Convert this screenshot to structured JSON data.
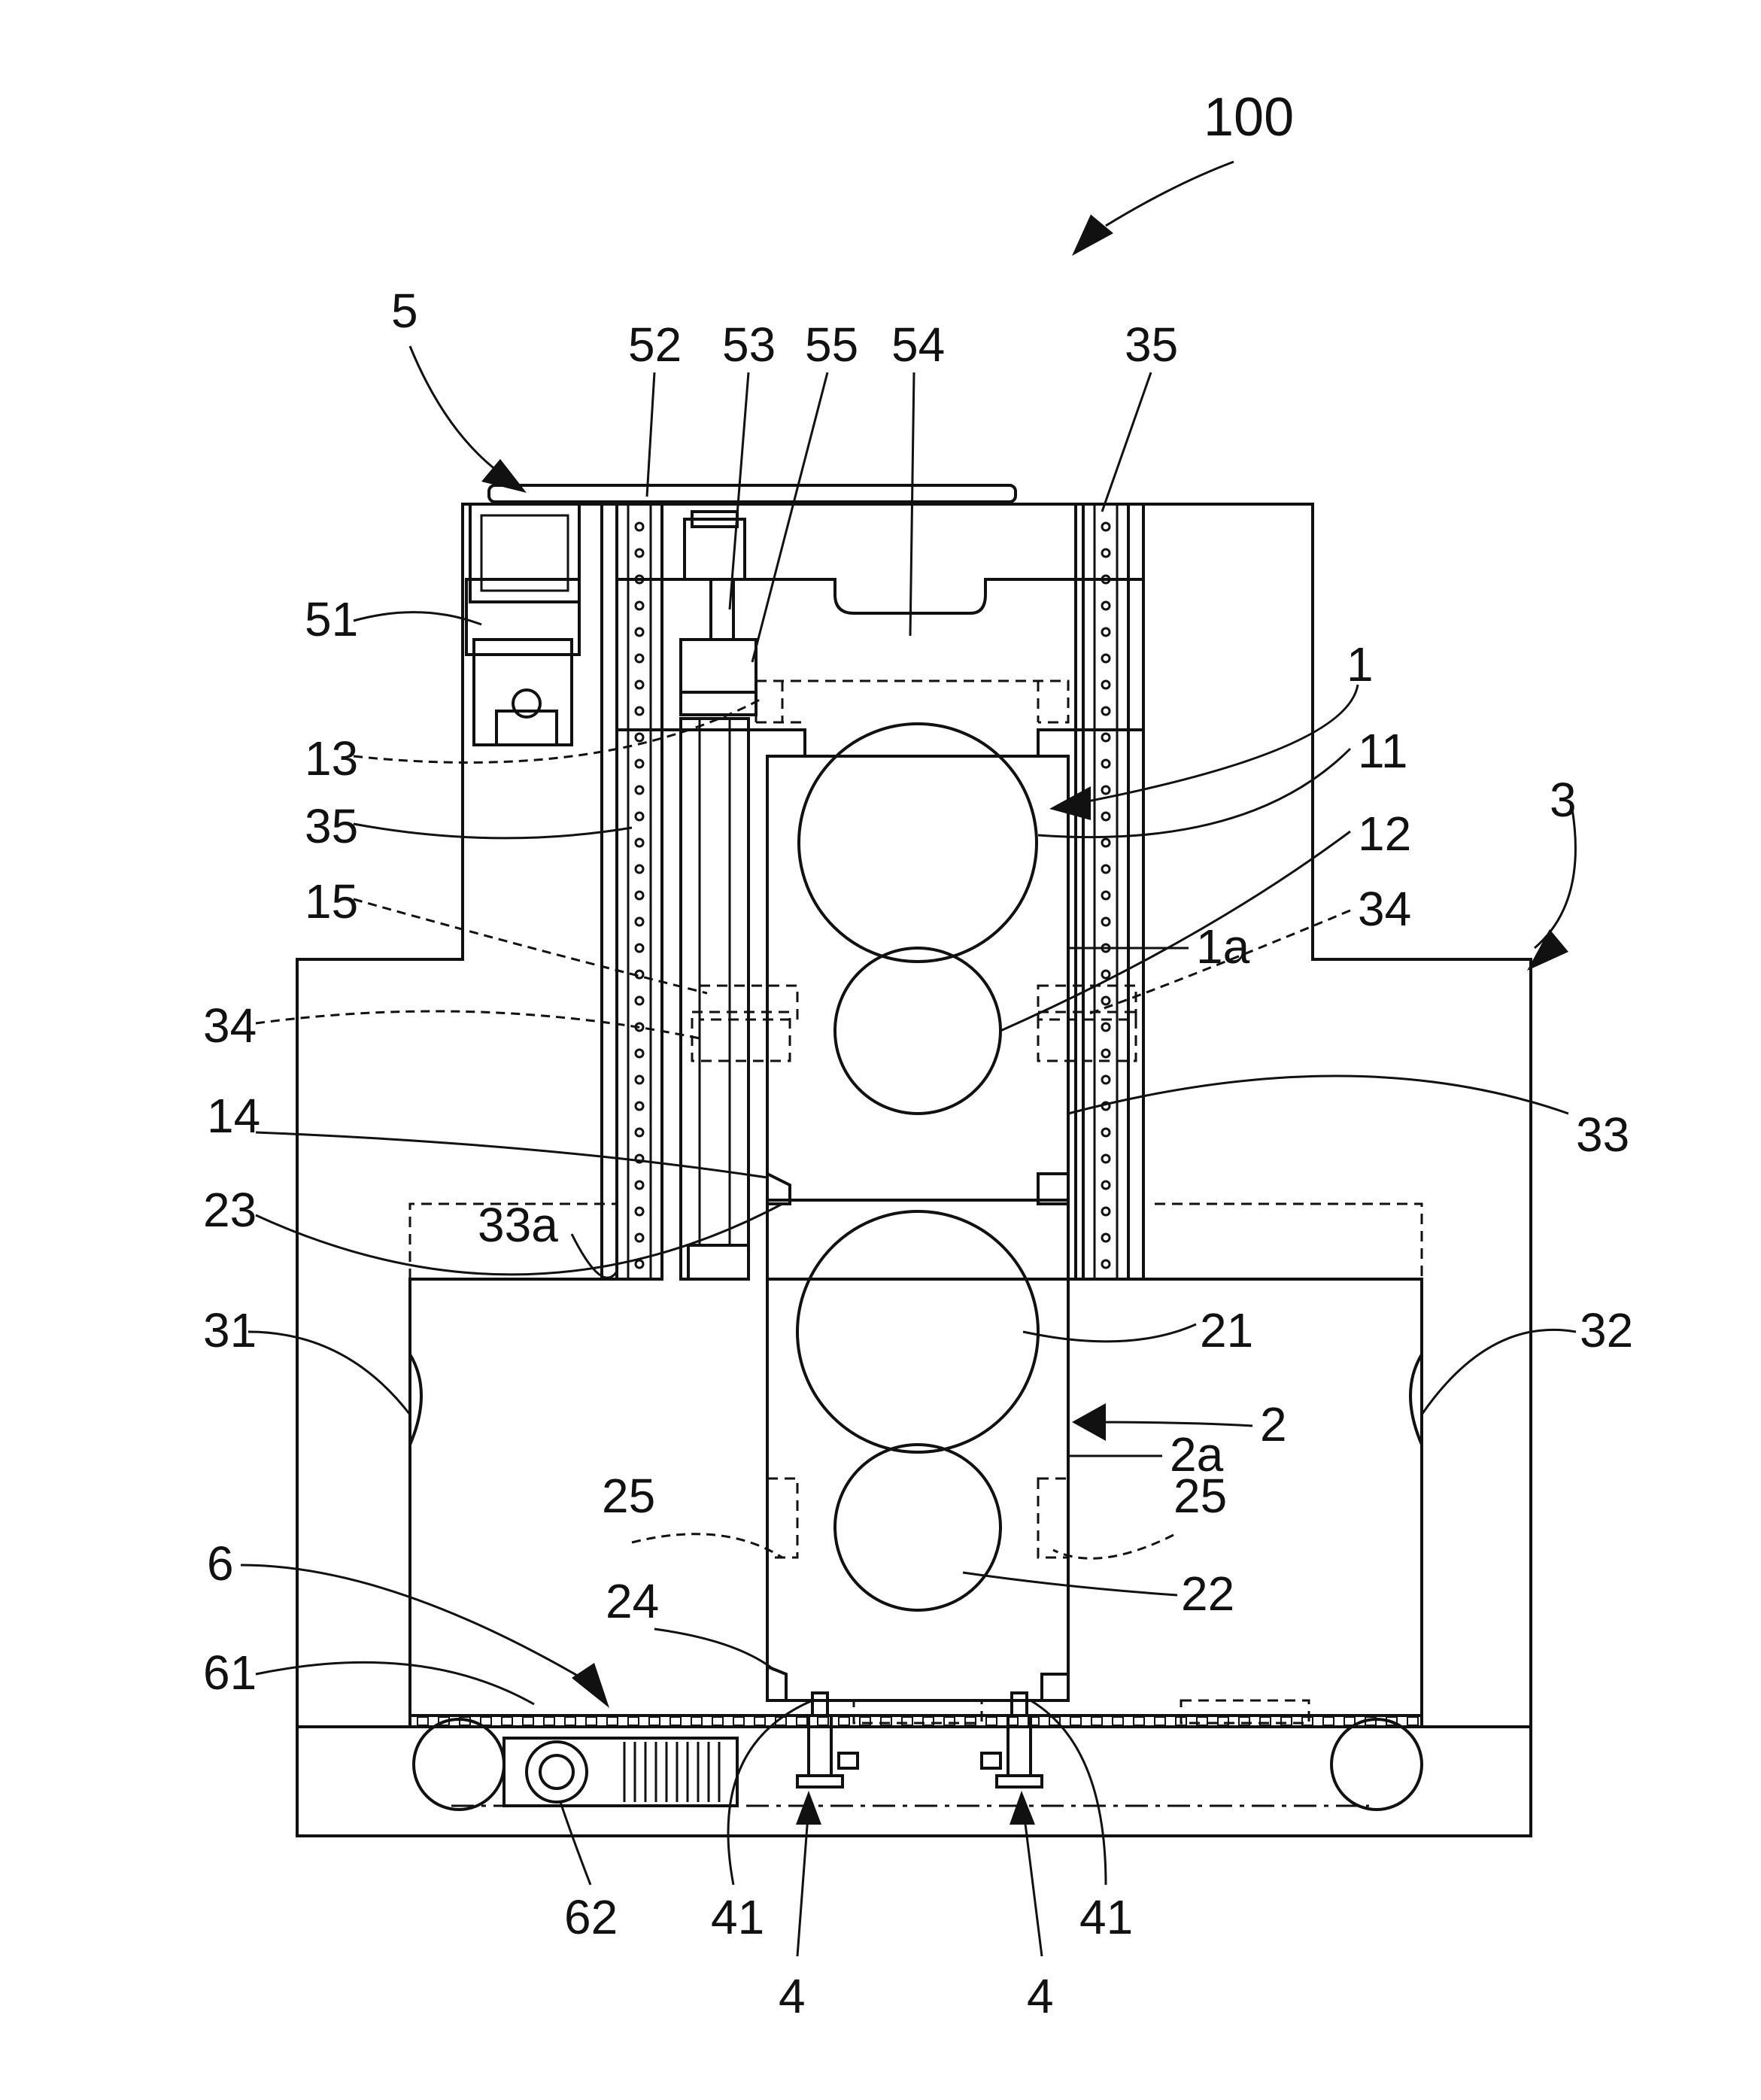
{
  "figure": {
    "reference_numerals": {
      "assembly": "100",
      "drive_unit": "5",
      "motor": "51",
      "belt": "52",
      "screw_shaft": "53",
      "crossbar": "54",
      "nut_block": "55",
      "guide_rail": "35",
      "upper_block": "1",
      "upper_large_roll": "11",
      "upper_small_roll": "12",
      "upper_block_side": "1a",
      "part_13": "13",
      "part_14": "14",
      "part_15": "15",
      "housing": "3",
      "guide_part": "34",
      "frame_edge": "33",
      "frame_edge_a": "33a",
      "recess_left": "31",
      "recess_right": "32",
      "lower_block": "2",
      "lower_large_roll": "21",
      "lower_small_roll": "22",
      "lower_block_side": "2a",
      "part_23": "23",
      "part_24": "24",
      "part_25": "25",
      "conveyor": "6",
      "chain": "61",
      "sprocket_drive": "62",
      "clamp": "4",
      "clamp_pin": "41"
    }
  }
}
